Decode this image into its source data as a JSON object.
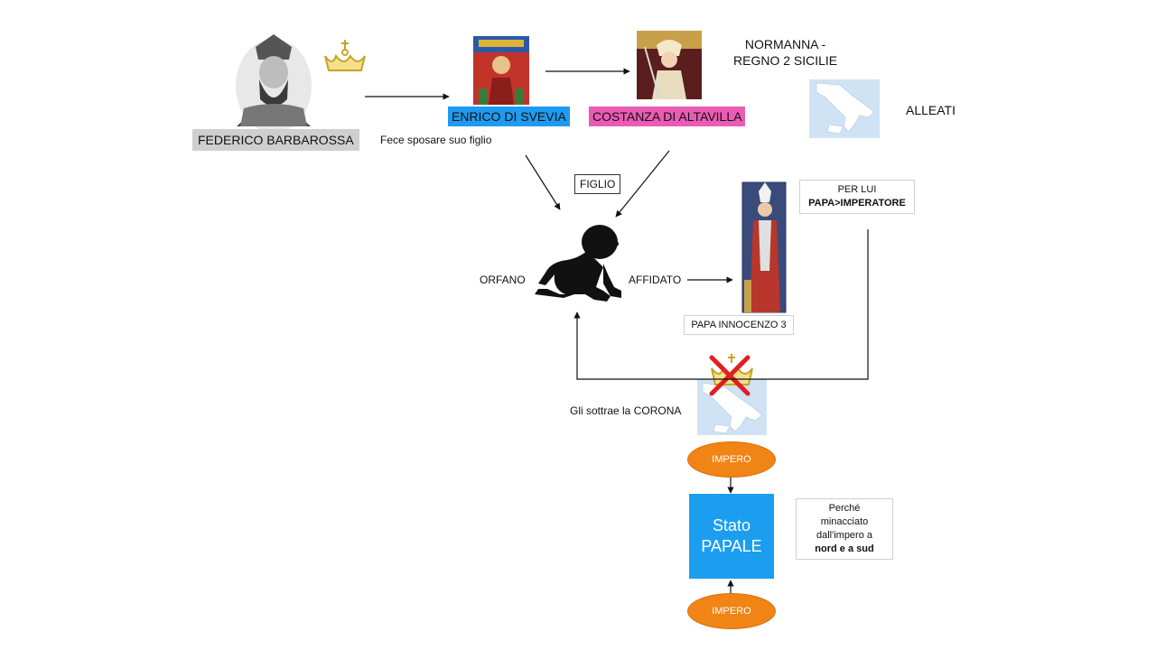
{
  "people": {
    "federico": "FEDERICO BARBAROSSA",
    "enrico": "ENRICO DI SVEVIA",
    "costanza": "COSTANZA DI ALTAVILLA",
    "papa": "PAPA INNOCENZO 3"
  },
  "labels": {
    "normanna_1": "NORMANNA -",
    "normanna_2": "REGNO 2 SICILIE",
    "alleati": "ALLEATI",
    "fece_sposare": "Fece sposare suo figlio",
    "figlio": "FIGLIO",
    "orfano": "ORFANO",
    "affidato": "AFFIDATO",
    "per_lui_1": "PER LUI",
    "per_lui_2": "PAPA>IMPERATORE",
    "sottrae": "Gli sottrae la CORONA",
    "impero_top": "IMPERO",
    "impero_bottom": "IMPERO",
    "stato_1": "Stato",
    "stato_2": "PAPALE",
    "perche_1": "Perché",
    "perche_2": "minacciato",
    "perche_3": "dall'impero a",
    "perche_4": "nord e a sud"
  },
  "colors": {
    "enrico_box": "#1e9bf0",
    "costanza_box": "#ea5bb5",
    "impero_ellipse": "#f08414",
    "stato_box": "#1c9ef0",
    "cross": "#e02020",
    "crown": "#c9a227",
    "map_sea": "#cfe3f5",
    "map_land": "#ffffff"
  },
  "icons": [
    "crown-icon",
    "baby-crawling-icon",
    "italy-map-icon",
    "red-cross-icon"
  ]
}
